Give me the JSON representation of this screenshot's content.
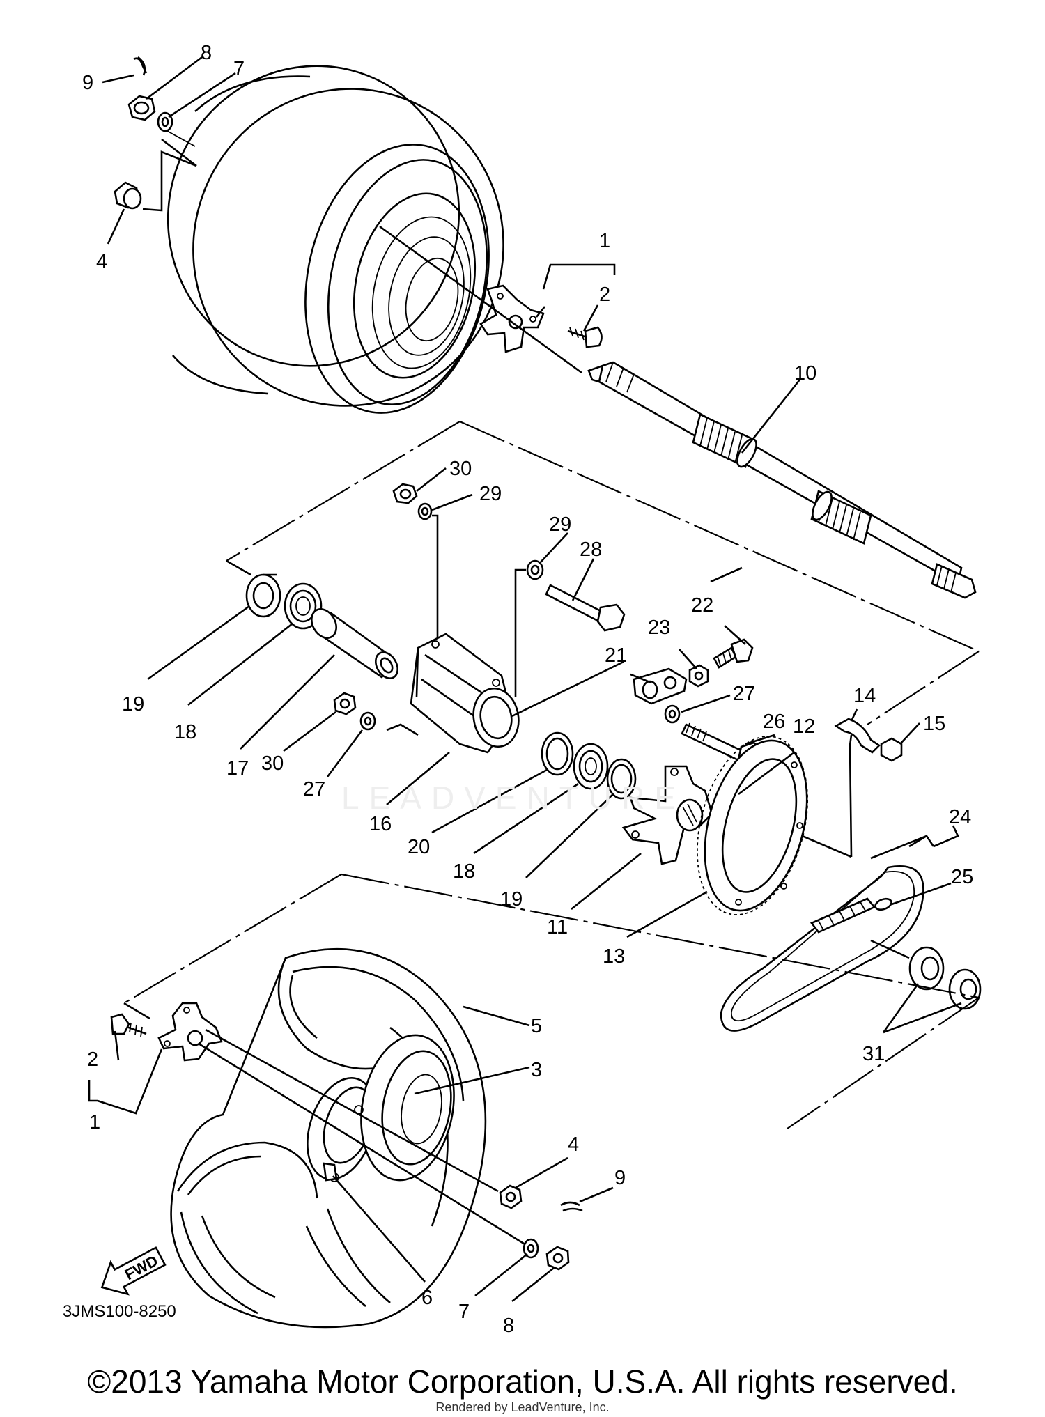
{
  "diagram": {
    "part_code": "3JMS100-8250",
    "fwd_label": "FWD",
    "watermark": "LEADVENTURE",
    "copyright": "©2013 Yamaha Motor Corporation, U.S.A. All rights reserved.",
    "rendered_by": "Rendered by LeadVenture, Inc.",
    "callouts": [
      {
        "id": "c9a",
        "text": "9"
      },
      {
        "id": "c8a",
        "text": "8"
      },
      {
        "id": "c7a",
        "text": "7"
      },
      {
        "id": "c4a",
        "text": "4"
      },
      {
        "id": "c1a",
        "text": "1"
      },
      {
        "id": "c2a",
        "text": "2"
      },
      {
        "id": "c10",
        "text": "10"
      },
      {
        "id": "c30a",
        "text": "30"
      },
      {
        "id": "c29a",
        "text": "29"
      },
      {
        "id": "c29b",
        "text": "29"
      },
      {
        "id": "c28",
        "text": "28"
      },
      {
        "id": "c22",
        "text": "22"
      },
      {
        "id": "c23",
        "text": "23"
      },
      {
        "id": "c21",
        "text": "21"
      },
      {
        "id": "c27a",
        "text": "27"
      },
      {
        "id": "c26",
        "text": "26"
      },
      {
        "id": "c12",
        "text": "12"
      },
      {
        "id": "c14",
        "text": "14"
      },
      {
        "id": "c15",
        "text": "15"
      },
      {
        "id": "c19a",
        "text": "19"
      },
      {
        "id": "c18a",
        "text": "18"
      },
      {
        "id": "c17",
        "text": "17"
      },
      {
        "id": "c30b",
        "text": "30"
      },
      {
        "id": "c27b",
        "text": "27"
      },
      {
        "id": "c16",
        "text": "16"
      },
      {
        "id": "c20",
        "text": "20"
      },
      {
        "id": "c18b",
        "text": "18"
      },
      {
        "id": "c19b",
        "text": "19"
      },
      {
        "id": "c11",
        "text": "11"
      },
      {
        "id": "c13",
        "text": "13"
      },
      {
        "id": "c24",
        "text": "24"
      },
      {
        "id": "c25",
        "text": "25"
      },
      {
        "id": "c31",
        "text": "31"
      },
      {
        "id": "c5",
        "text": "5"
      },
      {
        "id": "c3",
        "text": "3"
      },
      {
        "id": "c2b",
        "text": "2"
      },
      {
        "id": "c1b",
        "text": "1"
      },
      {
        "id": "c4b",
        "text": "4"
      },
      {
        "id": "c9b",
        "text": "9"
      },
      {
        "id": "c6",
        "text": "6"
      },
      {
        "id": "c7b",
        "text": "7"
      },
      {
        "id": "c8b",
        "text": "8"
      }
    ]
  }
}
